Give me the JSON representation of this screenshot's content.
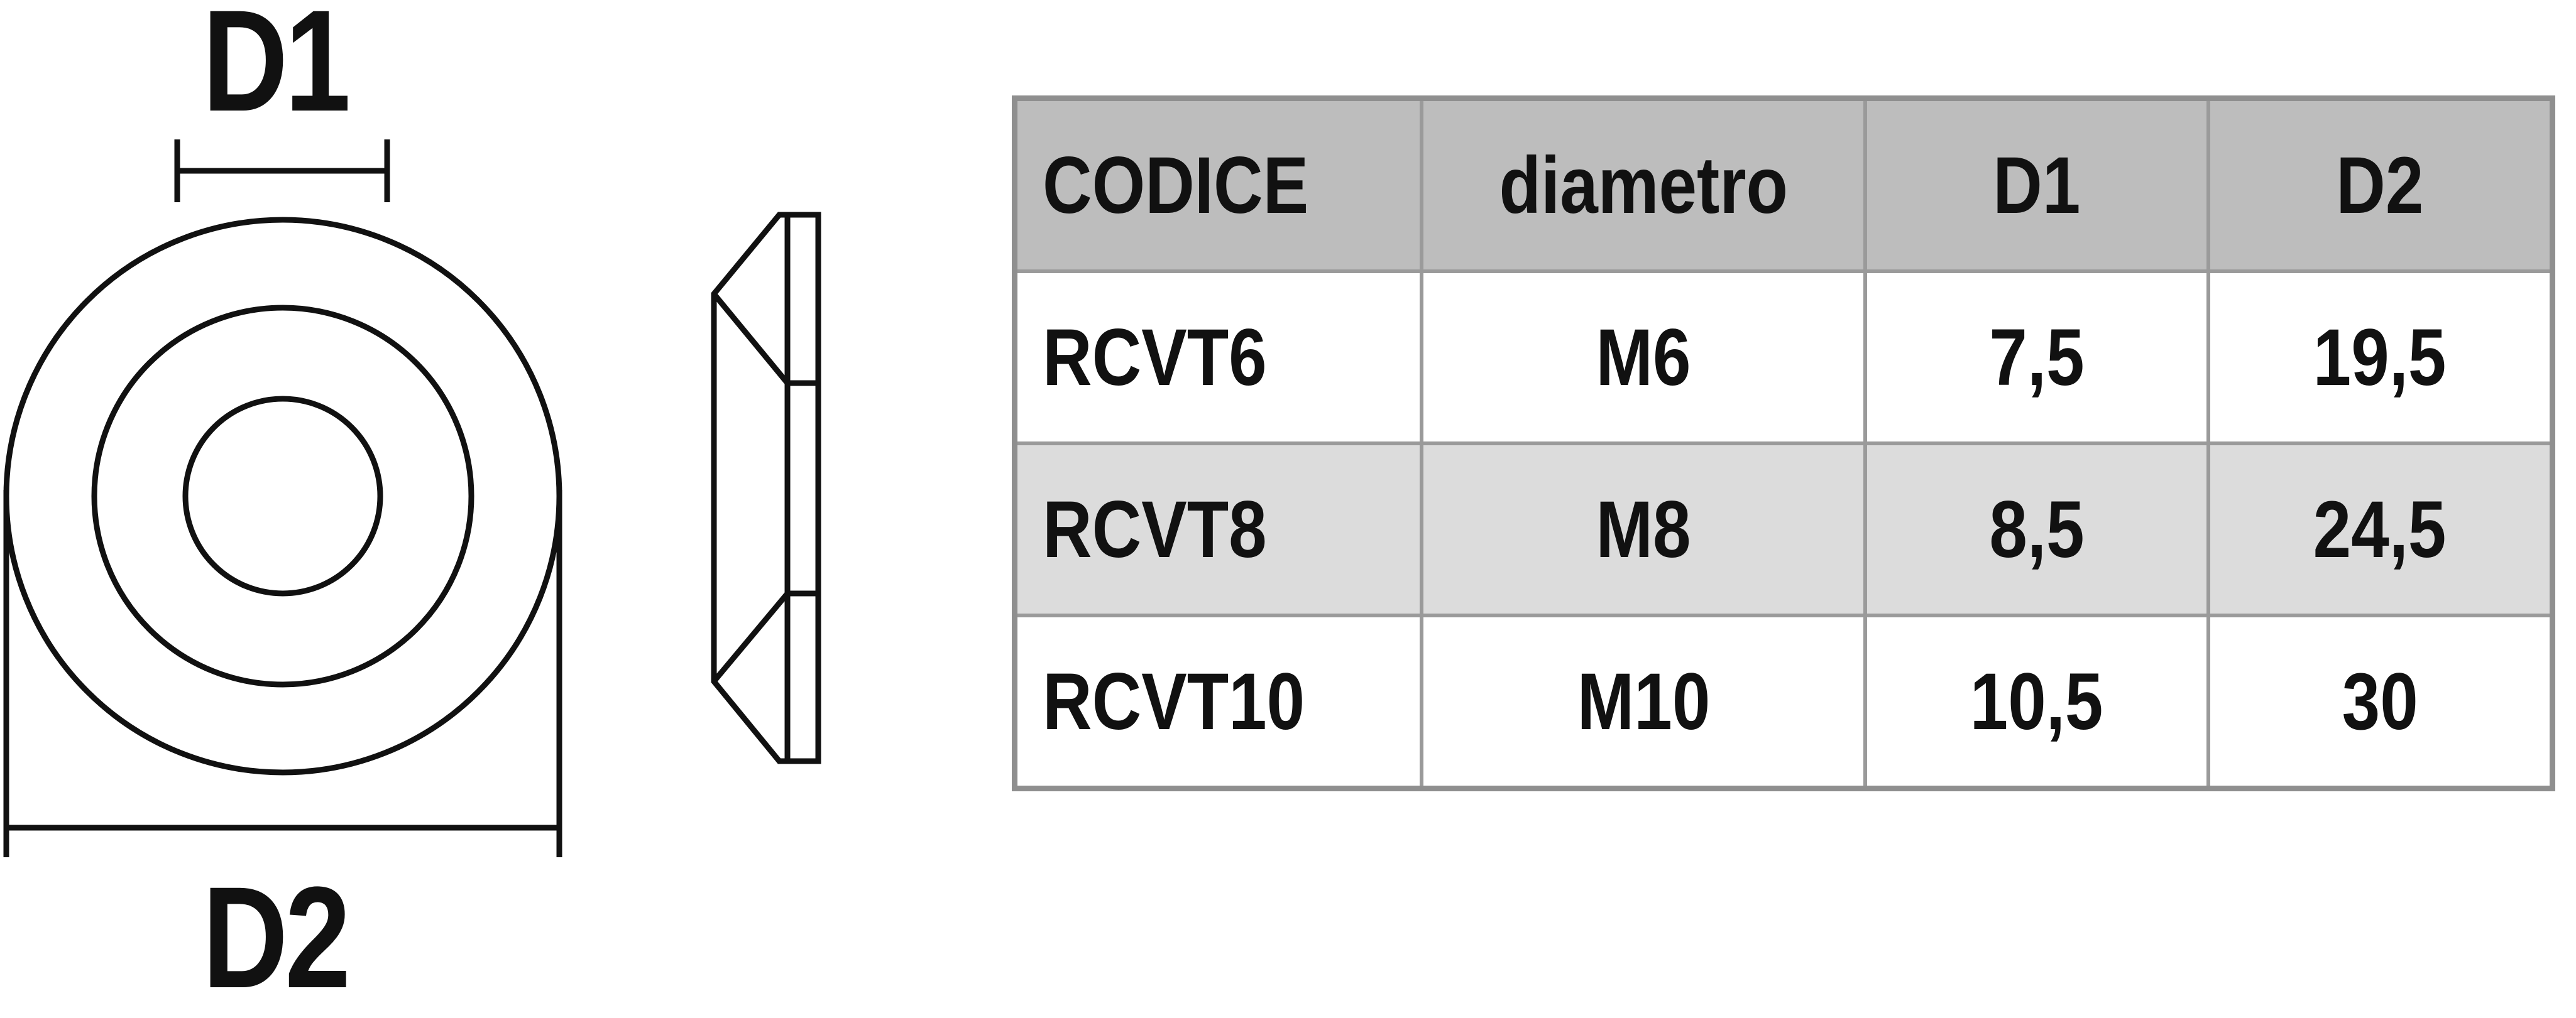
{
  "drawing": {
    "label_d1": "D1",
    "label_d2": "D2"
  },
  "table": {
    "headers": [
      "CODICE",
      "diametro",
      "D1",
      "D2"
    ],
    "rows": [
      [
        "RCVT6",
        "M6",
        "7,5",
        "19,5"
      ],
      [
        "RCVT8",
        "M8",
        "8,5",
        "24,5"
      ],
      [
        "RCVT10",
        "M10",
        "10,5",
        "30"
      ]
    ]
  }
}
